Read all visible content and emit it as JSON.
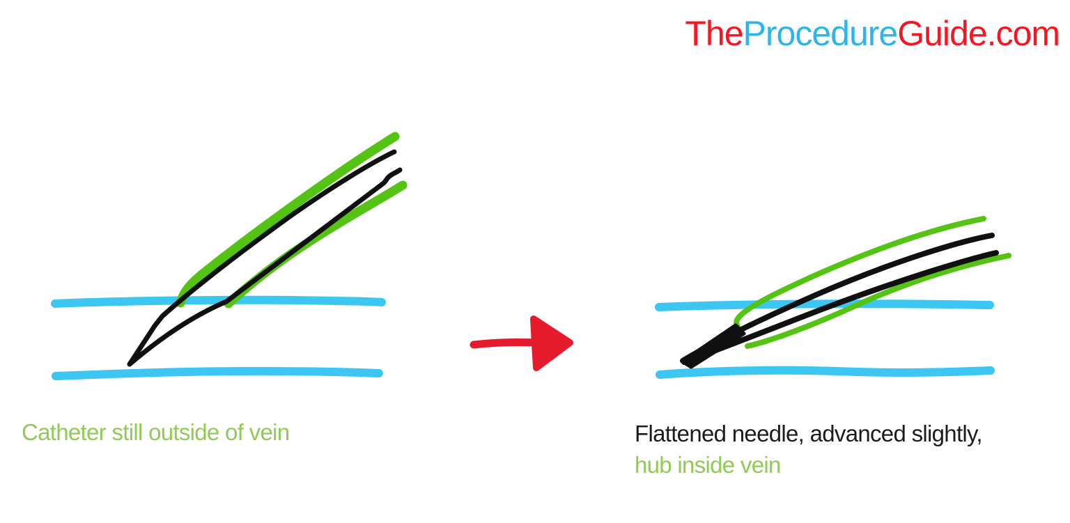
{
  "colors": {
    "background": "#ffffff",
    "logo_red": "#fa1420",
    "logo_blue": "#2db5ea",
    "vein_blue": "#3cc7f2",
    "pen_green": "#55c314",
    "needle_black": "#101010",
    "arrow_red": "#e41b2c",
    "label_green": "#8fcb55",
    "label_black": "#1c1c1c"
  },
  "logo": {
    "segments": [
      {
        "text": "The",
        "color": "#fa1420"
      },
      {
        "text": "Procedure",
        "color": "#2db5ea"
      },
      {
        "text": "Guide.com",
        "color": "#fa1420"
      }
    ]
  },
  "left_figure": {
    "caption": "Catheter still outside of vein"
  },
  "right_figure": {
    "caption_line1": "Flattened needle, advanced slightly,",
    "caption_line2": "hub inside vein"
  },
  "icons": {
    "arrow_right": "red-arrow-right"
  }
}
